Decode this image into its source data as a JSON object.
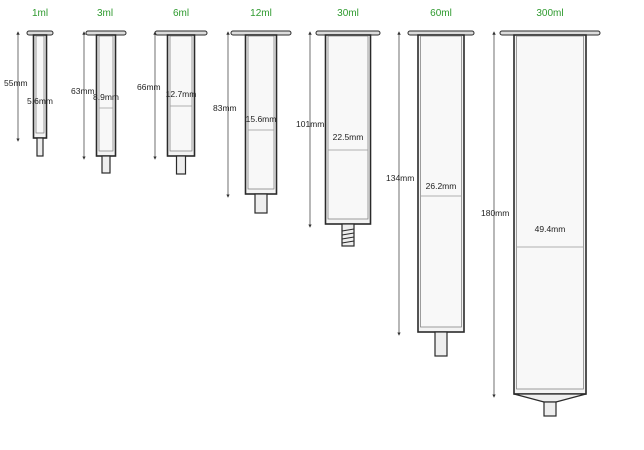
{
  "colors": {
    "volume_label": "#2e9a2e",
    "outline": "#2a2a2a",
    "barrel_fill": "#f3f3f3",
    "dim_line": "#333333",
    "text": "#222222"
  },
  "syringes": [
    {
      "volume": "1ml",
      "length": "55mm",
      "diameter": "5.6mm",
      "tip": "plain"
    },
    {
      "volume": "3ml",
      "length": "63mm",
      "diameter": "8.9mm",
      "tip": "plain"
    },
    {
      "volume": "6ml",
      "length": "66mm",
      "diameter": "12.7mm",
      "tip": "plain"
    },
    {
      "volume": "12ml",
      "length": "83mm",
      "diameter": "15.6mm",
      "tip": "plain"
    },
    {
      "volume": "30ml",
      "length": "101mm",
      "diameter": "22.5mm",
      "tip": "threaded"
    },
    {
      "volume": "60ml",
      "length": "134mm",
      "diameter": "26.2mm",
      "tip": "plain"
    },
    {
      "volume": "300ml",
      "length": "180mm",
      "diameter": "49.4mm",
      "tip": "funnel"
    }
  ]
}
